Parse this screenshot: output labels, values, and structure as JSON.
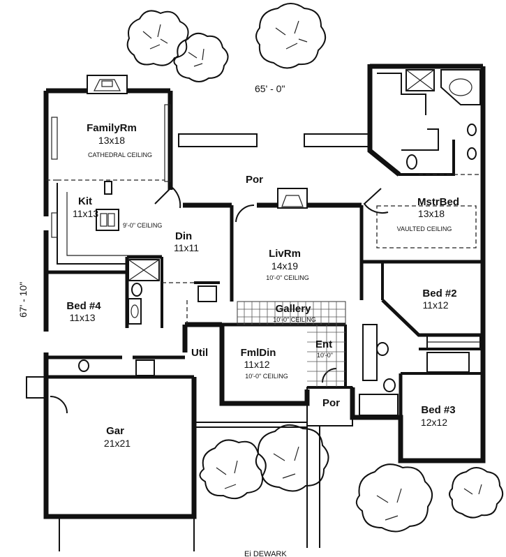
{
  "dimensions": {
    "width": "65' - 0\"",
    "depth": "67' - 10\""
  },
  "rooms": {
    "family": {
      "name": "FamilyRm",
      "size": "13x18",
      "note": "CATHEDRAL CEILING"
    },
    "kitchen": {
      "name": "Kit",
      "size": "11x13",
      "note": "9'-0\" CEILING"
    },
    "dining": {
      "name": "Din",
      "size": "11x11"
    },
    "porch_rear": {
      "name": "Por"
    },
    "living": {
      "name": "LivRm",
      "size": "14x19",
      "note": "10'-0\" CEILING"
    },
    "master": {
      "name": "MstrBed",
      "size": "13x18",
      "note": "VAULTED CEILING"
    },
    "gallery": {
      "name": "Gallery",
      "note": "10'-0\" CEILING"
    },
    "bed4": {
      "name": "Bed #4",
      "size": "11x13"
    },
    "bed2": {
      "name": "Bed #2",
      "size": "11x12"
    },
    "bed3": {
      "name": "Bed #3",
      "size": "12x12"
    },
    "utility": {
      "name": "Util"
    },
    "formal_dining": {
      "name": "FmlDin",
      "size": "11x12",
      "note": "10'-0\" CEILING"
    },
    "entry": {
      "name": "Ent",
      "note": "10'-0\""
    },
    "porch_front": {
      "name": "Por"
    },
    "garage": {
      "name": "Gar",
      "size": "21x21"
    }
  },
  "footer_text": "Ei DEWARK"
}
